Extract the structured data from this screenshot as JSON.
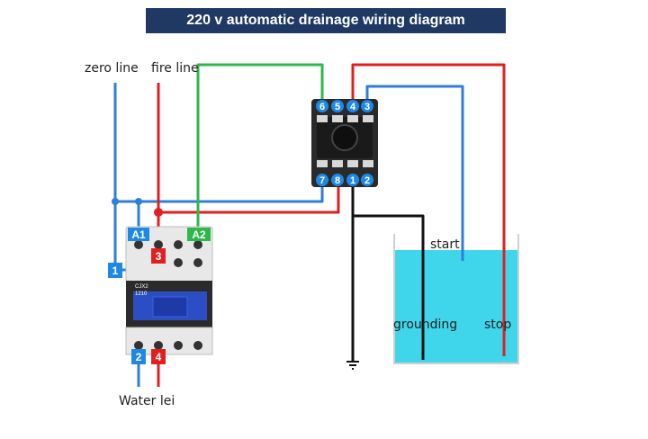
{
  "title": "220 v automatic drainage wiring diagram",
  "labels": {
    "zero_line": "zero line",
    "fire_line": "fire line",
    "start": "start",
    "grounding": "grounding",
    "stop": "stop",
    "water_lei": "Water lei"
  },
  "relay_pins_top": [
    "6",
    "5",
    "4",
    "3"
  ],
  "relay_pins_bottom": [
    "7",
    "8",
    "1",
    "2"
  ],
  "contactor": {
    "coil_a1": "A1",
    "coil_a2": "A2",
    "terminal_1": "1",
    "terminal_3": "3",
    "terminal_2": "2",
    "terminal_4": "4",
    "model": "CJX2",
    "rating": "1210"
  },
  "colors": {
    "title_bg": "#1f3864",
    "neutral": "#2f7fd8",
    "live": "#e02020",
    "green": "#2db84a",
    "black": "#111111",
    "water": "#3fd6ec",
    "pin_blue": "#1e88e5"
  }
}
